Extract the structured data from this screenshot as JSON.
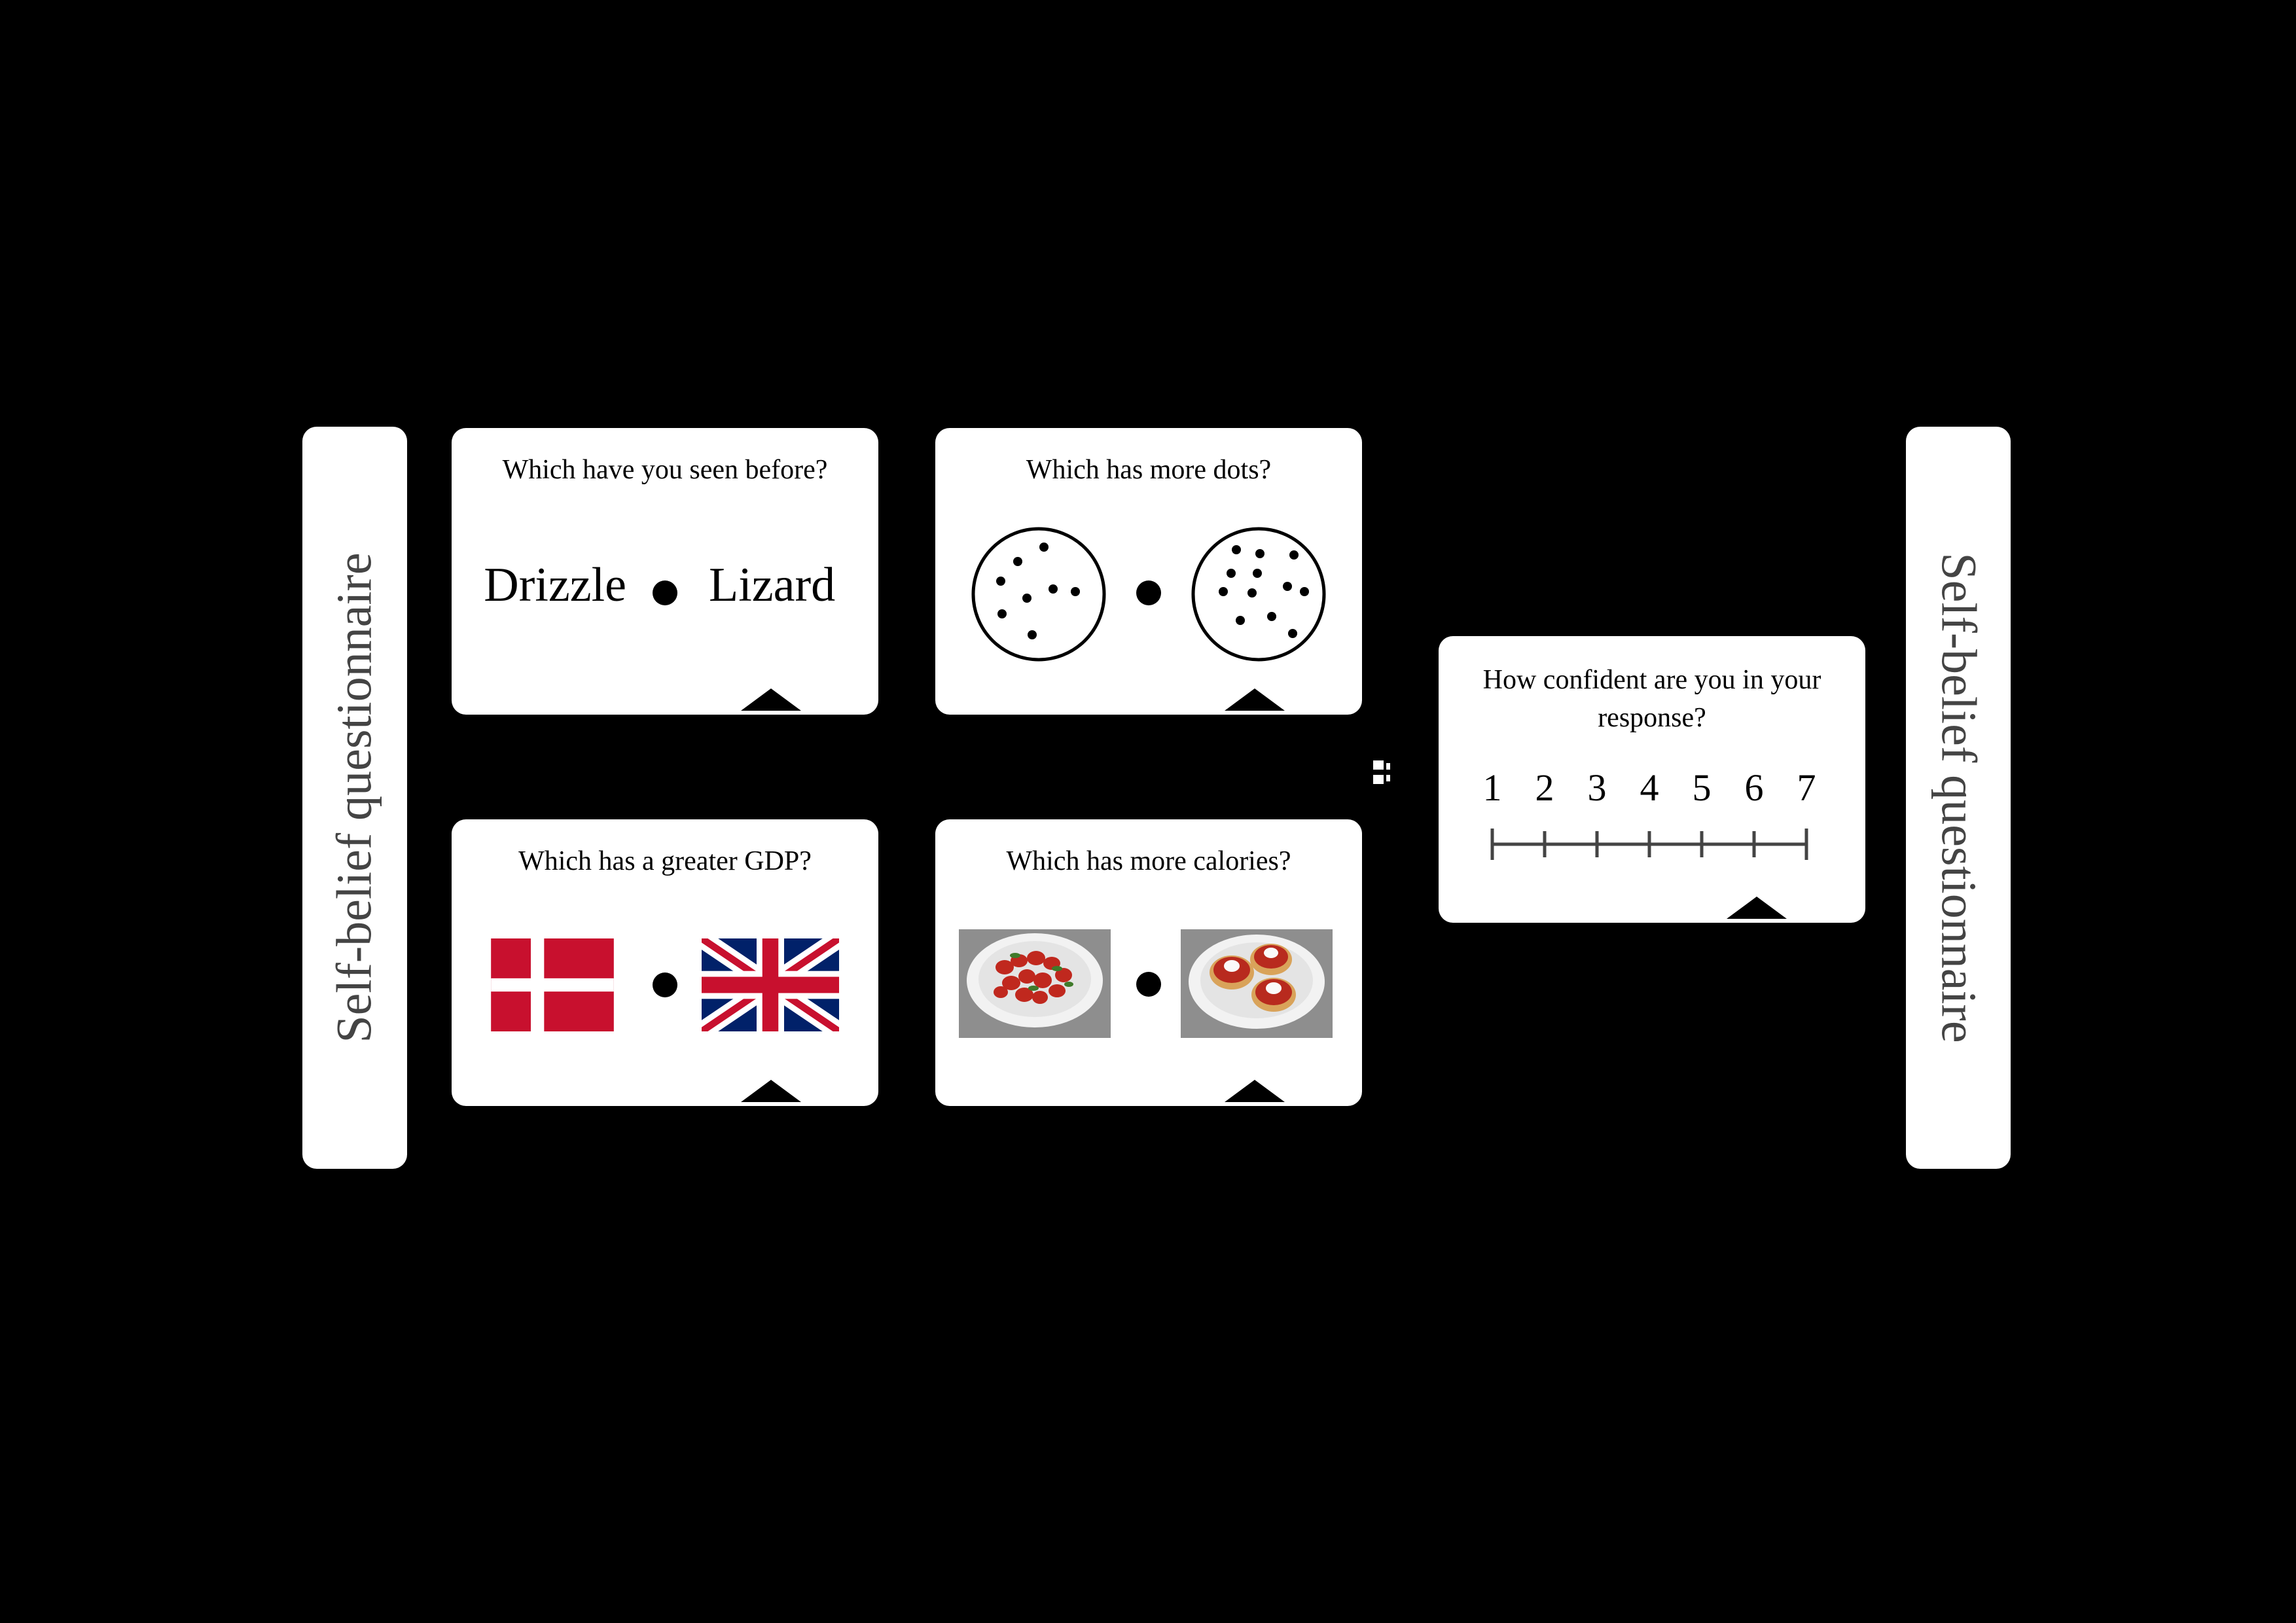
{
  "side_panels": {
    "left_label": "Self-belief questionnaire",
    "right_label": "Self-belief questionnaire"
  },
  "cards": {
    "memory": {
      "question": "Which have you seen before?",
      "left_word": "Drizzle",
      "right_word": "Lizard"
    },
    "dots": {
      "question": "Which has more dots?",
      "left_dot_count": 8,
      "right_dot_count": 12
    },
    "gdp": {
      "question": "Which has a greater GDP?",
      "left_image": "denmark-flag",
      "right_image": "united-kingdom-flag"
    },
    "calories": {
      "question": "Which has more calories?",
      "left_image": "strawberries-plate",
      "right_image": "strawberry-tarts-plate"
    }
  },
  "confidence": {
    "question": "How confident are you in your response?",
    "scale": [
      "1",
      "2",
      "3",
      "4",
      "5",
      "6",
      "7"
    ]
  },
  "colors": {
    "background": "#000000",
    "panel": "#ffffff",
    "label_text": "#444444",
    "danish_red": "#c8102e",
    "uk_blue": "#012169",
    "uk_red": "#c8102e"
  }
}
